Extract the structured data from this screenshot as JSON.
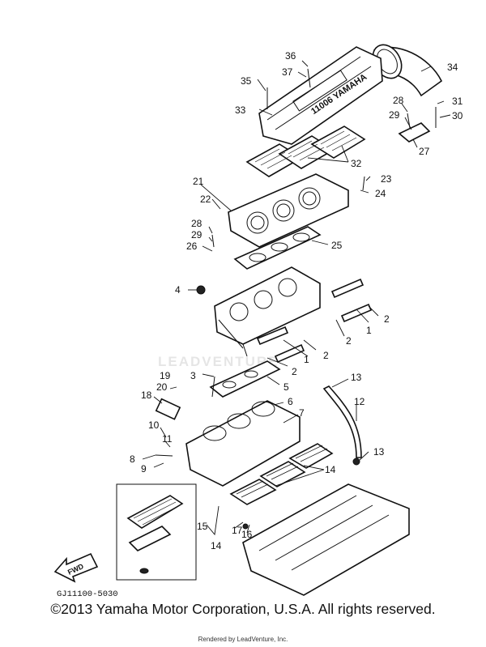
{
  "diagram": {
    "part_code": "GJ11100-5030",
    "fwd_label": "FWD",
    "cylinder_cover_text": "11006 YAMAHA",
    "watermark": "LEADVENTURE",
    "callouts": [
      "1",
      "2",
      "3",
      "4",
      "5",
      "6",
      "7",
      "8",
      "9",
      "10",
      "11",
      "12",
      "13",
      "14",
      "15",
      "16",
      "17",
      "18",
      "19",
      "20",
      "21",
      "22",
      "23",
      "24",
      "25",
      "26",
      "27",
      "28",
      "29",
      "30",
      "31",
      "32",
      "33",
      "34",
      "35",
      "36",
      "37"
    ]
  },
  "footer": {
    "copyright": "©2013 Yamaha Motor Corporation, U.S.A. All rights reserved.",
    "rendered_by": "Rendered by LeadVenture, Inc."
  }
}
